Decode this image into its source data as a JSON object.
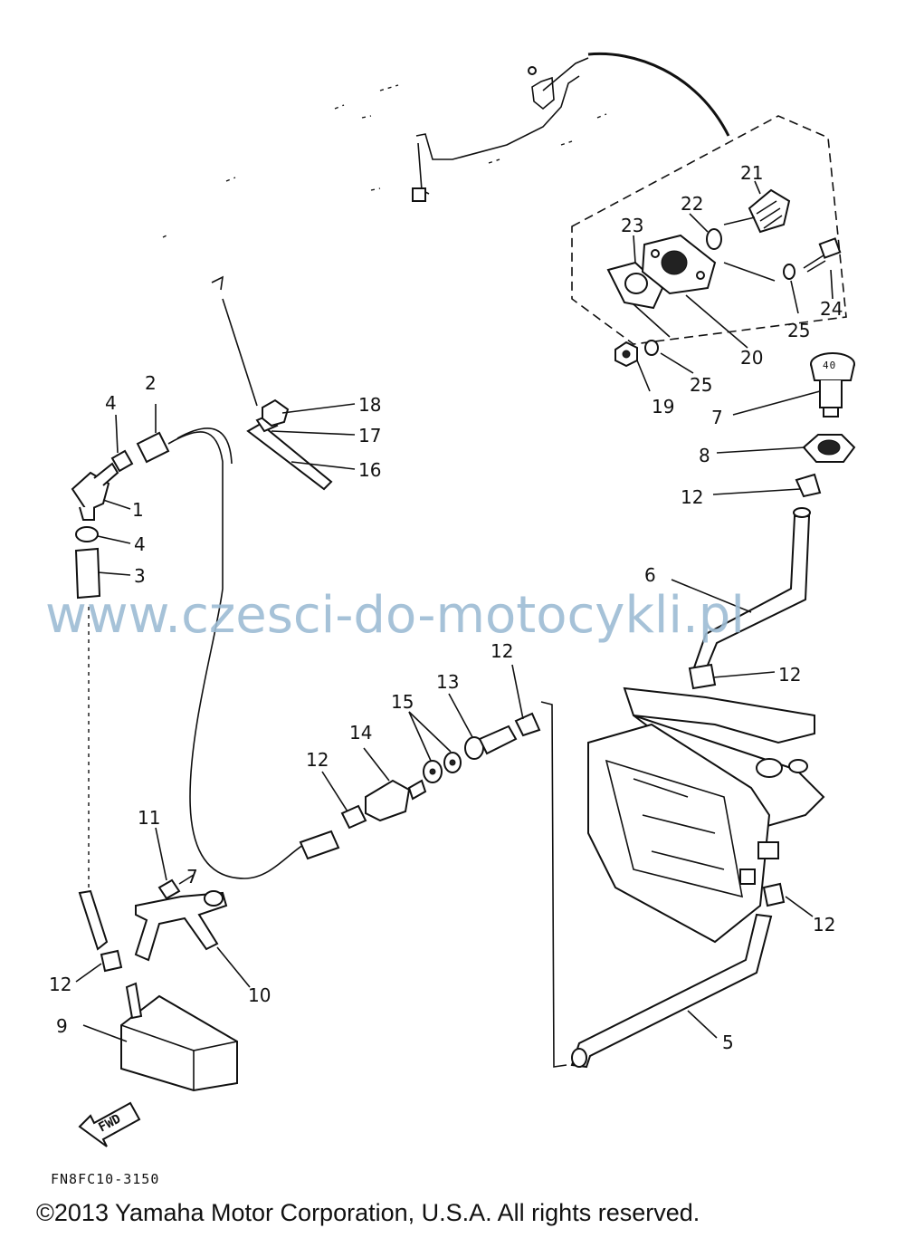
{
  "diagram": {
    "callouts": {
      "p1": "1",
      "p2": "2",
      "p3": "3",
      "p4a": "4",
      "p4b": "4",
      "p5": "5",
      "p6": "6",
      "p7a": "7",
      "p7b": "7",
      "p8": "8",
      "p9": "9",
      "p10": "10",
      "p11": "11",
      "p12a": "12",
      "p12b": "12",
      "p12c": "12",
      "p12d": "12",
      "p12e": "12",
      "p12f": "12",
      "p13": "13",
      "p14": "14",
      "p15": "15",
      "p16": "16",
      "p17": "17",
      "p18": "18",
      "p19": "19",
      "p20": "20",
      "p21": "21",
      "p22": "22",
      "p23": "23",
      "p24": "24",
      "p25a": "25",
      "p25b": "25"
    },
    "fwd_label": "FWD",
    "cap_label": "40",
    "drawing_code": "FN8FC10-3150"
  },
  "watermark": "www.czesci-do-motocykli.pl",
  "copyright": "©2013 Yamaha Motor Corporation, U.S.A. All rights reserved."
}
